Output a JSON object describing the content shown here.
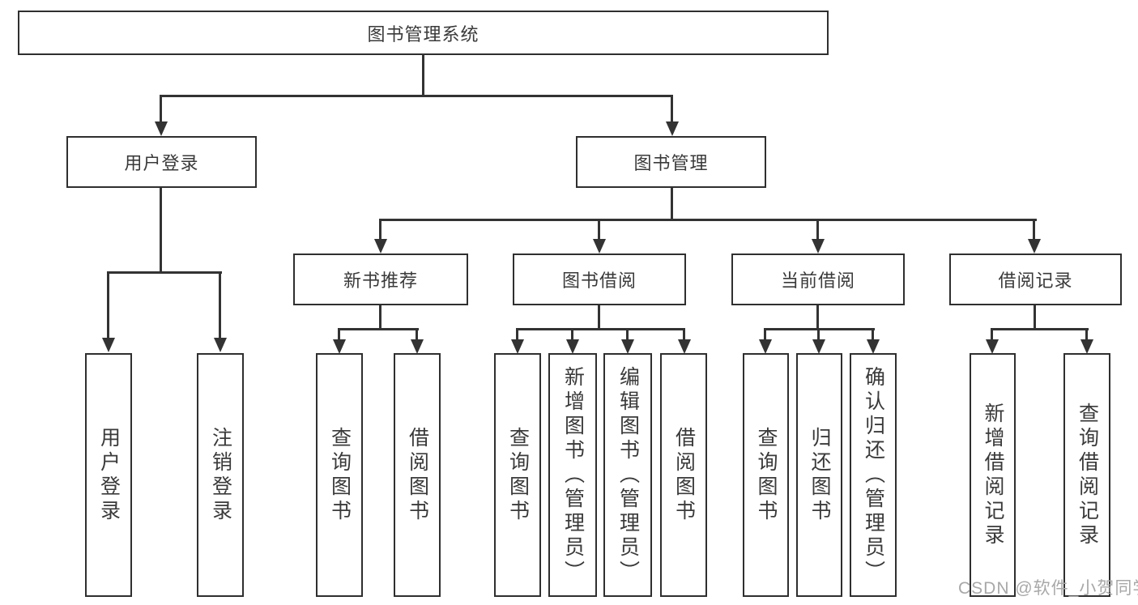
{
  "chart": {
    "root": "图书管理系统",
    "branches": [
      {
        "label": "用户登录",
        "children": [
          "用户登录",
          "注销登录"
        ]
      },
      {
        "label": "图书管理",
        "groups": [
          {
            "label": "新书推荐",
            "children": [
              "查询图书",
              "借阅图书"
            ]
          },
          {
            "label": "图书借阅",
            "children": [
              "查询图书",
              "新增图书（管理员）",
              "编辑图书（管理员）",
              "借阅图书"
            ]
          },
          {
            "label": "当前借阅",
            "children": [
              "查询图书",
              "归还图书",
              "确认归还（管理员）"
            ]
          },
          {
            "label": "借阅记录",
            "children": [
              "新增借阅记录",
              "查询借阅记录"
            ]
          }
        ]
      }
    ]
  },
  "watermark": "CSDN @软件_小贺同学",
  "colors": {
    "line": "#333333",
    "border": "#2f2f2f",
    "text": "#3a3a3a",
    "watermark": "#a8a8a8"
  }
}
